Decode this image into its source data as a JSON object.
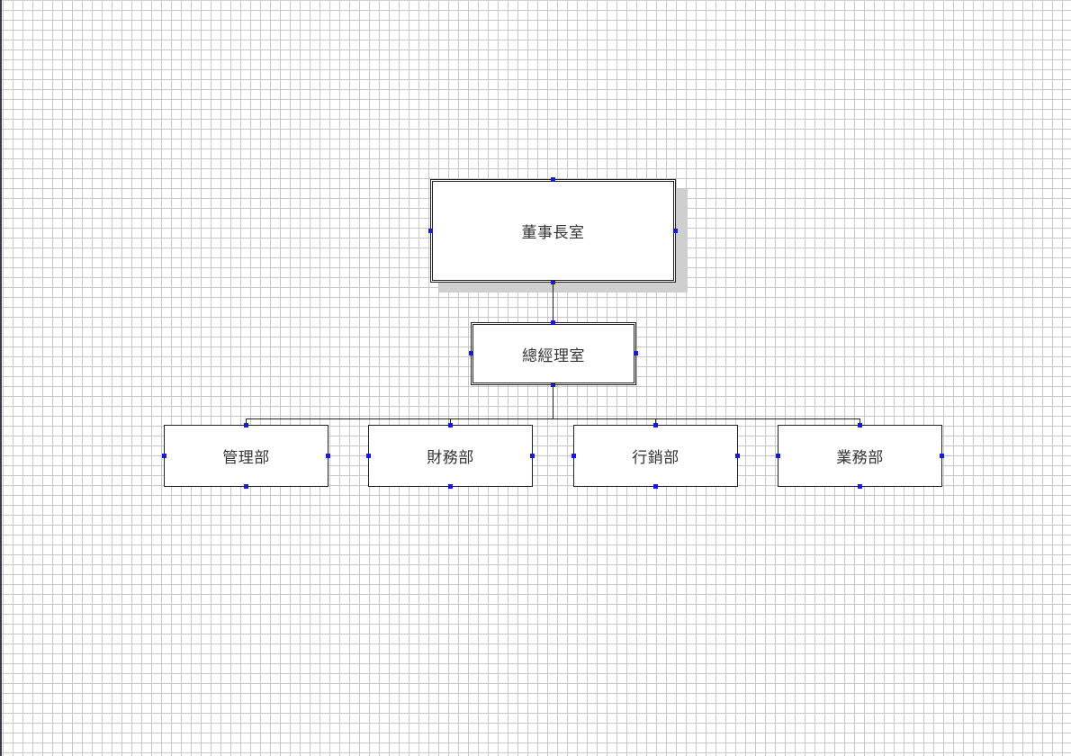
{
  "diagram": {
    "root": {
      "label": "董事長室"
    },
    "manager": {
      "label": "總經理室"
    },
    "departments": [
      {
        "label": "管理部"
      },
      {
        "label": "財務部"
      },
      {
        "label": "行銷部"
      },
      {
        "label": "業務部"
      }
    ]
  },
  "colors": {
    "grid": "#c8c8c8",
    "node_border": "#222222",
    "connector": "#222222",
    "handle": "#1a1ad0",
    "shadow": "#cfcfcf"
  }
}
